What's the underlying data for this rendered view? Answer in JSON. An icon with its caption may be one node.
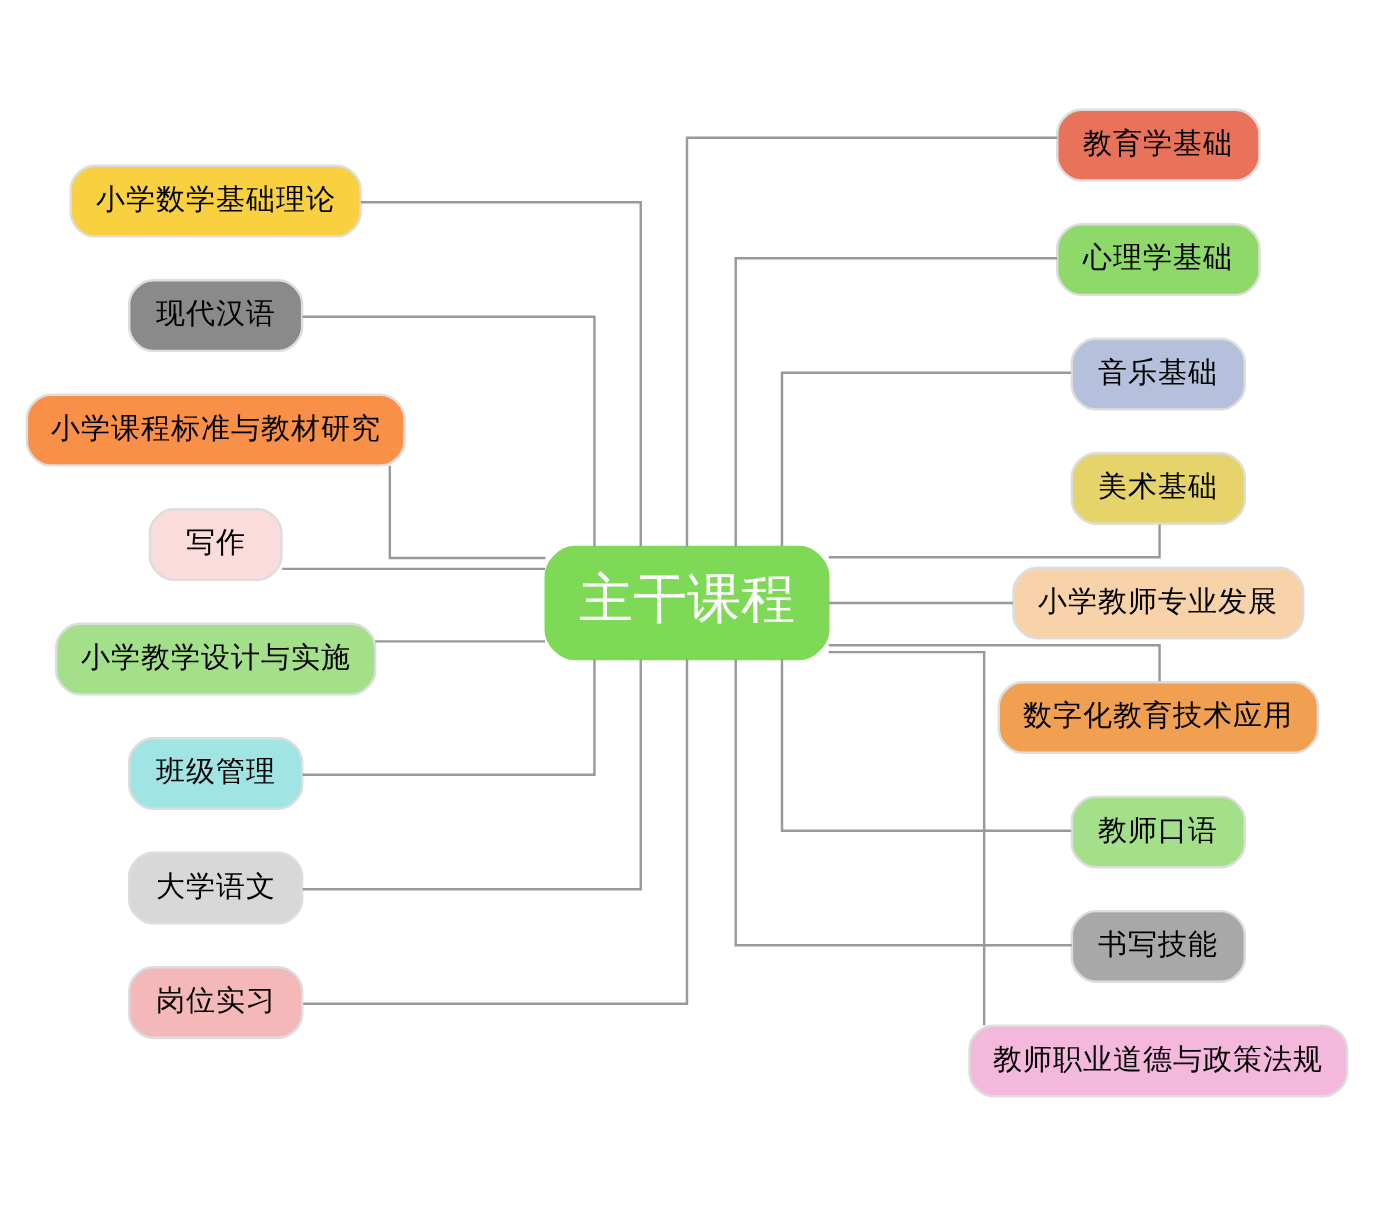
{
  "diagram": {
    "nodes": [
      {
        "text": [
          "主干课程"
        ]
      },
      {
        "text": [
          "小学数学基础理论"
        ]
      },
      {
        "text": [
          "现代汉语"
        ]
      },
      {
        "text": [
          "小学课程标准与教材研究"
        ]
      },
      {
        "text": [
          "写作"
        ]
      },
      {
        "text": [
          "小学教学设计与实施"
        ]
      },
      {
        "text": [
          "班级管理"
        ]
      },
      {
        "text": [
          "大学语文"
        ]
      },
      {
        "text": [
          "岗位实习"
        ]
      },
      {
        "text": [
          "教育学基础"
        ]
      },
      {
        "text": [
          "心理学基础"
        ]
      },
      {
        "text": [
          "音乐基础"
        ]
      },
      {
        "text": [
          "美术基础"
        ]
      },
      {
        "text": [
          "小学教师专业发展"
        ]
      },
      {
        "text": [
          "数字化教育技术应用"
        ]
      },
      {
        "text": [
          "教师口语"
        ]
      },
      {
        "text": [
          "书写技能"
        ]
      },
      {
        "text": [
          "教师职业道德与政策法规"
        ]
      }
    ],
    "edges": [
      {
        "from": 0,
        "to": 1,
        "arrow": "none"
      },
      {
        "from": 0,
        "to": 2,
        "arrow": "none"
      },
      {
        "from": 0,
        "to": 3,
        "arrow": "none"
      },
      {
        "from": 0,
        "to": 4,
        "arrow": "none"
      },
      {
        "from": 0,
        "to": 5,
        "arrow": "none"
      },
      {
        "from": 0,
        "to": 6,
        "arrow": "none"
      },
      {
        "from": 0,
        "to": 7,
        "arrow": "none"
      },
      {
        "from": 0,
        "to": 8,
        "arrow": "none"
      },
      {
        "from": 0,
        "to": 9,
        "arrow": "none"
      },
      {
        "from": 0,
        "to": 10,
        "arrow": "none"
      },
      {
        "from": 0,
        "to": 11,
        "arrow": "none"
      },
      {
        "from": 0,
        "to": 12,
        "arrow": "none"
      },
      {
        "from": 0,
        "to": 13,
        "arrow": "none"
      },
      {
        "from": 0,
        "to": 14,
        "arrow": "none"
      },
      {
        "from": 0,
        "to": 15,
        "arrow": "none"
      },
      {
        "from": 0,
        "to": 16,
        "arrow": "none"
      },
      {
        "from": 0,
        "to": 17,
        "arrow": "none"
      }
    ]
  }
}
